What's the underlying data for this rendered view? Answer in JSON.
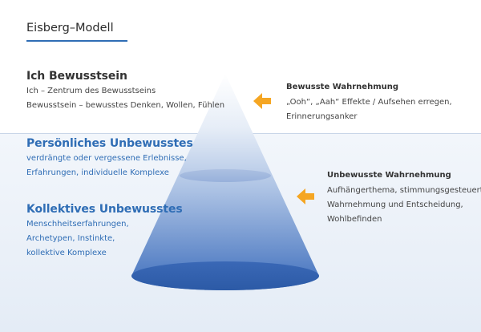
{
  "title": "Eisberg–Modell",
  "left": {
    "ich": {
      "heading": "Ich Bewusstsein",
      "lines": [
        "Ich – Zentrum des Bewusstseins",
        "Bewusstsein – bewusstes Denken, Wollen, Fühlen"
      ]
    },
    "persoenlich": {
      "heading": "Persönliches Unbewusstes",
      "lines": [
        "verdrängte oder vergessene Erlebnisse,",
        "Erfahrungen, individuelle Komplexe"
      ]
    },
    "kollektiv": {
      "heading": "Kollektives Unbewusstes",
      "lines": [
        "Menschheitserfahrungen,",
        "Archetypen, Instinkte,",
        "kollektive Komplexe"
      ]
    }
  },
  "right": {
    "bewusst": {
      "heading": "Bewusste Wahrnehmung",
      "lines": [
        "„Ooh“, „Aah“ Effekte / Aufsehen erregen,",
        "Erinnerungsanker"
      ]
    },
    "unbewusst": {
      "heading": "Unbewusste Wahrnehmung",
      "lines": [
        "Aufhängerthema, stimmungsgesteuerte",
        "Wahrnehmung und Entscheidung,",
        "Wohlbefinden"
      ]
    }
  },
  "colors": {
    "accent_blue": "#2f6db5",
    "arrow_orange": "#f5a623",
    "cone_top": "#ffffff",
    "cone_bottom": "#3f6fbd"
  },
  "icons": [
    "arrow-left-icon",
    "arrow-left-icon"
  ]
}
